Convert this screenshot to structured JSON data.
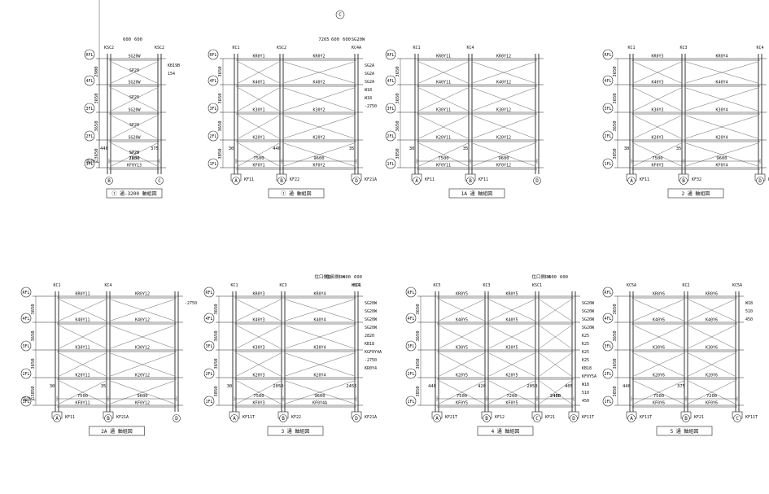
{
  "frames": [
    {
      "id": "f1",
      "title": "① 通-3200 軸組図",
      "cols": [
        "B",
        "C"
      ],
      "colTags": [
        "KSC2",
        "KSC2"
      ],
      "bays": [
        "2650",
        "7200"
      ],
      "baseDims": [
        "440",
        "375"
      ],
      "floors": [
        "RFL",
        "4FL",
        "3FL",
        "2FL",
        "1FL"
      ],
      "floorHts": [
        "2900",
        "3650",
        "3650",
        "3650",
        "3850"
      ],
      "beams": [
        "SG20W",
        "SG20W",
        "SG20W",
        "SG20W",
        "KF0Y13"
      ],
      "braces": [
        "SP20",
        "SP20",
        "SP20",
        "SP20",
        "SP20"
      ],
      "topDims": [
        "600",
        "600"
      ],
      "gl": "設計GL",
      "extra": [
        "KB19B",
        "154"
      ]
    },
    {
      "id": "f2",
      "title": "① 通 軸組図",
      "cols": [
        "A",
        "B",
        "D"
      ],
      "colTags": [
        "KC1",
        "KSC2",
        "KC4A"
      ],
      "bays": [
        "7500",
        "9600"
      ],
      "baseDims": [
        "30",
        "440",
        "35"
      ],
      "floors": [
        "RFL",
        "4FL",
        "3FL",
        "2FL",
        "1FL"
      ],
      "floorHts": [
        "3650",
        "3650",
        "3650",
        "3850"
      ],
      "beams": [
        "KR0Y1",
        "K40Y1",
        "K30Y1",
        "K20Y1",
        "KF0Y1"
      ],
      "beams2": [
        "KR0Y2",
        "K40Y2",
        "K30Y2",
        "K20Y2",
        "KF0Y2"
      ],
      "footings": [
        "KF11",
        "KF22",
        "KF21A"
      ],
      "topDims": [
        "7265",
        "600",
        "600",
        "SG20W"
      ],
      "extra": [
        "SG2A",
        "SG2A",
        "SG2A",
        "W18",
        "W18",
        "-2750"
      ],
      "circleTop": "C"
    },
    {
      "id": "f3",
      "title": "1A 通 軸組図",
      "cols": [
        "A",
        "B",
        "D"
      ],
      "colTags": [
        "KC1",
        "KC4"
      ],
      "bays": [
        "7500",
        "9600"
      ],
      "baseDims": [
        "30",
        "35"
      ],
      "floors": [
        "RFL",
        "4FL",
        "3FL",
        "2FL",
        "1FL"
      ],
      "floorHts": [
        "3650",
        "3650",
        "3650",
        "3850"
      ],
      "beams": [
        "KR0Y11",
        "K40Y11",
        "K30Y11",
        "K20Y11",
        "KF0Y11"
      ],
      "beams2": [
        "KR0Y12",
        "K40Y12",
        "K30Y12",
        "K20Y12",
        "KF0Y12"
      ],
      "footings": [
        "KF11",
        "KF11"
      ]
    },
    {
      "id": "f4",
      "title": "2 通 軸組図",
      "cols": [
        "A",
        "B",
        "D"
      ],
      "colTags": [
        "KC1",
        "KC3",
        "KC4"
      ],
      "bays": [
        "7500",
        "9600"
      ],
      "baseDims": [
        "30",
        "35"
      ],
      "floors": [
        "RFL",
        "4FL",
        "3FL",
        "2FL",
        "1FL"
      ],
      "floorHts": [
        "3650",
        "3650",
        "3650",
        "3850"
      ],
      "beams": [
        "KR0Y3",
        "K40Y3",
        "K30Y3",
        "K20Y3",
        "KF0Y3"
      ],
      "beams2": [
        "KR0Y4",
        "K40Y4",
        "K30Y4",
        "K20Y4",
        "KF0Y4"
      ],
      "footings": [
        "KF11",
        "KF32",
        "KF11"
      ]
    },
    {
      "id": "f5",
      "title": "2A 通 軸組図",
      "cols": [
        "A",
        "B",
        "D"
      ],
      "colTags": [
        "KC1",
        "KC4"
      ],
      "bays": [
        "7500",
        "9600"
      ],
      "baseDims": [
        "30",
        "35"
      ],
      "floors": [
        "RFL",
        "4FL",
        "3FL",
        "2FL",
        "1FL"
      ],
      "floorHts": [
        "3650",
        "3650",
        "3650",
        "3850"
      ],
      "beams": [
        "KR0Y11",
        "K40Y11",
        "K30Y11",
        "K20Y11",
        "KF0Y11"
      ],
      "beams2": [
        "KR0Y12",
        "K40Y12",
        "K30Y12",
        "K20Y12",
        "KF0Y12"
      ],
      "footings": [
        "KF11",
        "KF21A"
      ],
      "gl": "設計GL",
      "extra": [
        "-2750"
      ]
    },
    {
      "id": "f6",
      "title": "3 通 軸組図",
      "cols": [
        "A",
        "B",
        "D"
      ],
      "colTags": [
        "KC1",
        "KC3",
        "KSC1",
        "KC4"
      ],
      "bays": [
        "7500",
        "9600"
      ],
      "baseDims": [
        "30",
        "2050",
        "2455"
      ],
      "floors": [
        "RFL",
        "4FL",
        "3FL",
        "2FL",
        "1FL"
      ],
      "floorHts": [
        "3650",
        "3650",
        "3650",
        "3850"
      ],
      "beams": [
        "KR0Y3",
        "K40Y3",
        "K30Y3",
        "K20Y3",
        "KF0Y3"
      ],
      "beams2": [
        "KR0Y4",
        "K40Y4",
        "K30Y4",
        "K20Y4",
        "KF0Y4A"
      ],
      "footings": [
        "KF11T",
        "KF22",
        "KF21A"
      ],
      "topDims": [
        "住口側RH",
        "住口側RH",
        "400",
        "600"
      ],
      "extra": [
        "SG20W",
        "SG20W",
        "SG20W",
        "SG20W",
        "2820",
        "KB18",
        "KGF0Y4A",
        "-2750",
        "KR0Y4"
      ]
    },
    {
      "id": "f7",
      "title": "4 通 軸組図",
      "cols": [
        "A",
        "B",
        "C",
        "D"
      ],
      "colTags": [
        "KC5",
        "KC3",
        "KSC1"
      ],
      "bays": [
        "7500",
        "7200",
        "2400",
        "2455"
      ],
      "baseDims": [
        "440",
        "420",
        "2050",
        "405"
      ],
      "floors": [
        "RFL",
        "4FL",
        "3FL",
        "2FL",
        "1FL"
      ],
      "floorHts": [
        "3650",
        "3650",
        "3650",
        "3850"
      ],
      "beams": [
        "KR0Y5",
        "K40Y5",
        "K30Y5",
        "K20Y5",
        "KF0Y5"
      ],
      "beams2": [
        "KR0Y5",
        "K40Y5",
        "K30Y5",
        "K20Y5",
        "KF0Y5"
      ],
      "footings": [
        "KF21T",
        "KF12",
        "KF21",
        "KF11T"
      ],
      "topDims": [
        "住口側RH",
        "600",
        "600"
      ],
      "extra": [
        "SG20W",
        "SG20W",
        "SG20W",
        "SG20W",
        "K25",
        "K25",
        "K25",
        "K25",
        "KB18",
        "KF0Y5A",
        "W18",
        "510",
        "450"
      ]
    },
    {
      "id": "f8",
      "title": "5 通 軸組図",
      "cols": [
        "A",
        "B",
        "C"
      ],
      "colTags": [
        "KC5A",
        "KC2",
        "KC5A"
      ],
      "bays": [
        "7500",
        "7200"
      ],
      "baseDims": [
        "440",
        "375"
      ],
      "floors": [
        "RFL",
        "4FL",
        "3FL",
        "2FL",
        "1FL"
      ],
      "floorHts": [
        "3650",
        "3650",
        "3650",
        "3850"
      ],
      "beams": [
        "KR0Y6",
        "K40Y6",
        "K30Y6",
        "K20Y6",
        "KF0Y6"
      ],
      "beams2": [
        "KR0Y6",
        "K40Y6",
        "K30Y6",
        "K20Y6",
        "KF0Y6"
      ],
      "footings": [
        "KF11T",
        "KF21",
        "KF11T"
      ],
      "extra": [
        "W18",
        "510",
        "450"
      ]
    }
  ]
}
